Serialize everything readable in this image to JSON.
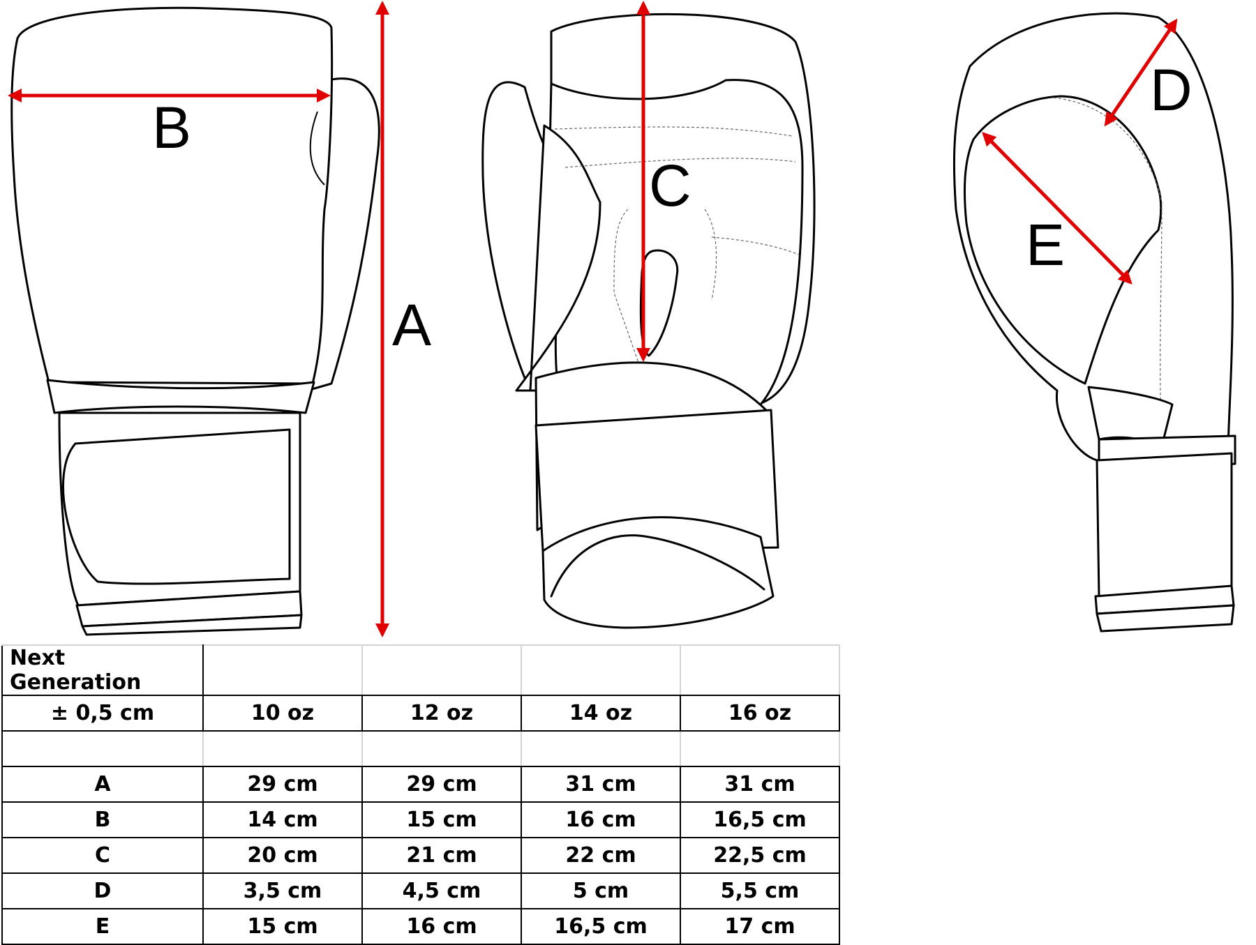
{
  "labels": {
    "A": "A",
    "B": "B",
    "C": "C",
    "D": "D",
    "E": "E"
  },
  "colors": {
    "arrow": "#e00000",
    "line": "#000000",
    "grid": "#d4d4d4"
  },
  "table": {
    "title": "Next Generation",
    "tolerance": "± 0,5 cm",
    "sizes": [
      "10 oz",
      "12 oz",
      "14 oz",
      "16 oz"
    ],
    "rows": [
      {
        "label": "A",
        "values": [
          "29 cm",
          "29 cm",
          "31 cm",
          "31 cm"
        ]
      },
      {
        "label": "B",
        "values": [
          "14 cm",
          "15 cm",
          "16 cm",
          "16,5 cm"
        ]
      },
      {
        "label": "C",
        "values": [
          "20 cm",
          "21 cm",
          "22 cm",
          "22,5 cm"
        ]
      },
      {
        "label": "D",
        "values": [
          "3,5 cm",
          "4,5 cm",
          "5 cm",
          "5,5 cm"
        ]
      },
      {
        "label": "E",
        "values": [
          "15 cm",
          "16 cm",
          "16,5 cm",
          "17 cm"
        ]
      }
    ]
  }
}
